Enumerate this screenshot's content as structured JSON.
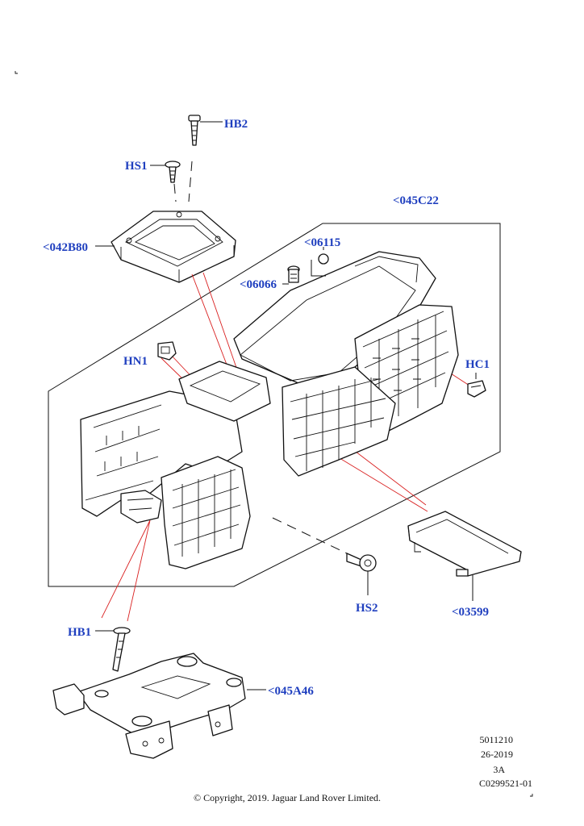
{
  "callouts": {
    "hb2": "HB2",
    "hs1": "HS1",
    "c042b80": "<042B80",
    "c045c22": "<045C22",
    "c06115": "<06115",
    "c06066": "<06066",
    "hn1": "HN1",
    "hc1": "HC1",
    "hs2": "HS2",
    "c03599": "<03599",
    "hb1": "HB1",
    "c045a46": "<045A46"
  },
  "meta": {
    "line1": "5011210",
    "line2": "26-2019",
    "line3": "3A",
    "line4": "C0299521-01"
  },
  "footer": {
    "copyright": "© Copyright, 2019. Jaguar Land Rover Limited."
  },
  "colors": {
    "callout": "#1f3fbf",
    "leader_red": "#d92020",
    "line": "#111111"
  }
}
